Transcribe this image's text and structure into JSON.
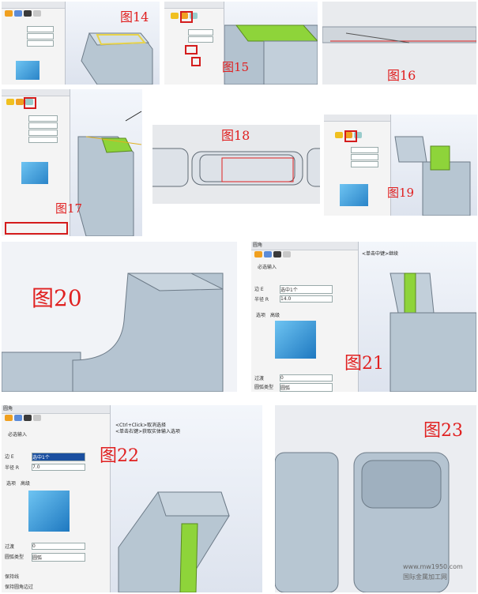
{
  "figures": {
    "f14": "图14",
    "f15": "图15",
    "f16": "图16",
    "f17": "图17",
    "f18": "图18",
    "f19": "图19",
    "f20": "图20",
    "f21": "图21",
    "f22": "图22",
    "f23": "图23"
  },
  "dialog21": {
    "title": "圆角",
    "section": "必选输入",
    "edge_label": "边 E",
    "edge_value": "选中1个",
    "radius_label": "半径 R",
    "radius_value": "14.0",
    "tab_select": "选项",
    "tab_advanced": "高级",
    "over_label": "过渡",
    "over_value": "0",
    "type_label": "圆弧类型",
    "type_value": "圆弧",
    "hint": "<单击中键>继续"
  },
  "dialog22": {
    "title": "圆角",
    "section": "必选输入",
    "edge_label": "边 E",
    "edge_value": "选中1个",
    "radius_label": "半径 R",
    "radius_value": "7.0",
    "tab_select": "选项",
    "tab_advanced": "高级",
    "over_label": "过渡",
    "over_value": "0",
    "type_label": "圆弧类型",
    "type_value": "圆弧",
    "keep_line_label": "保持线",
    "keep_edge_label": "保持圆角边过",
    "hint1": "<Ctrl+Click>取消选择",
    "hint2": "<单击右键>获取实体输入选项"
  },
  "watermark": {
    "url": "www.mw1950.com",
    "text": "国际金属加工网"
  },
  "colors": {
    "highlight": "#e02020",
    "accent_green": "#8ed43a",
    "part": "#b9c7d3"
  }
}
